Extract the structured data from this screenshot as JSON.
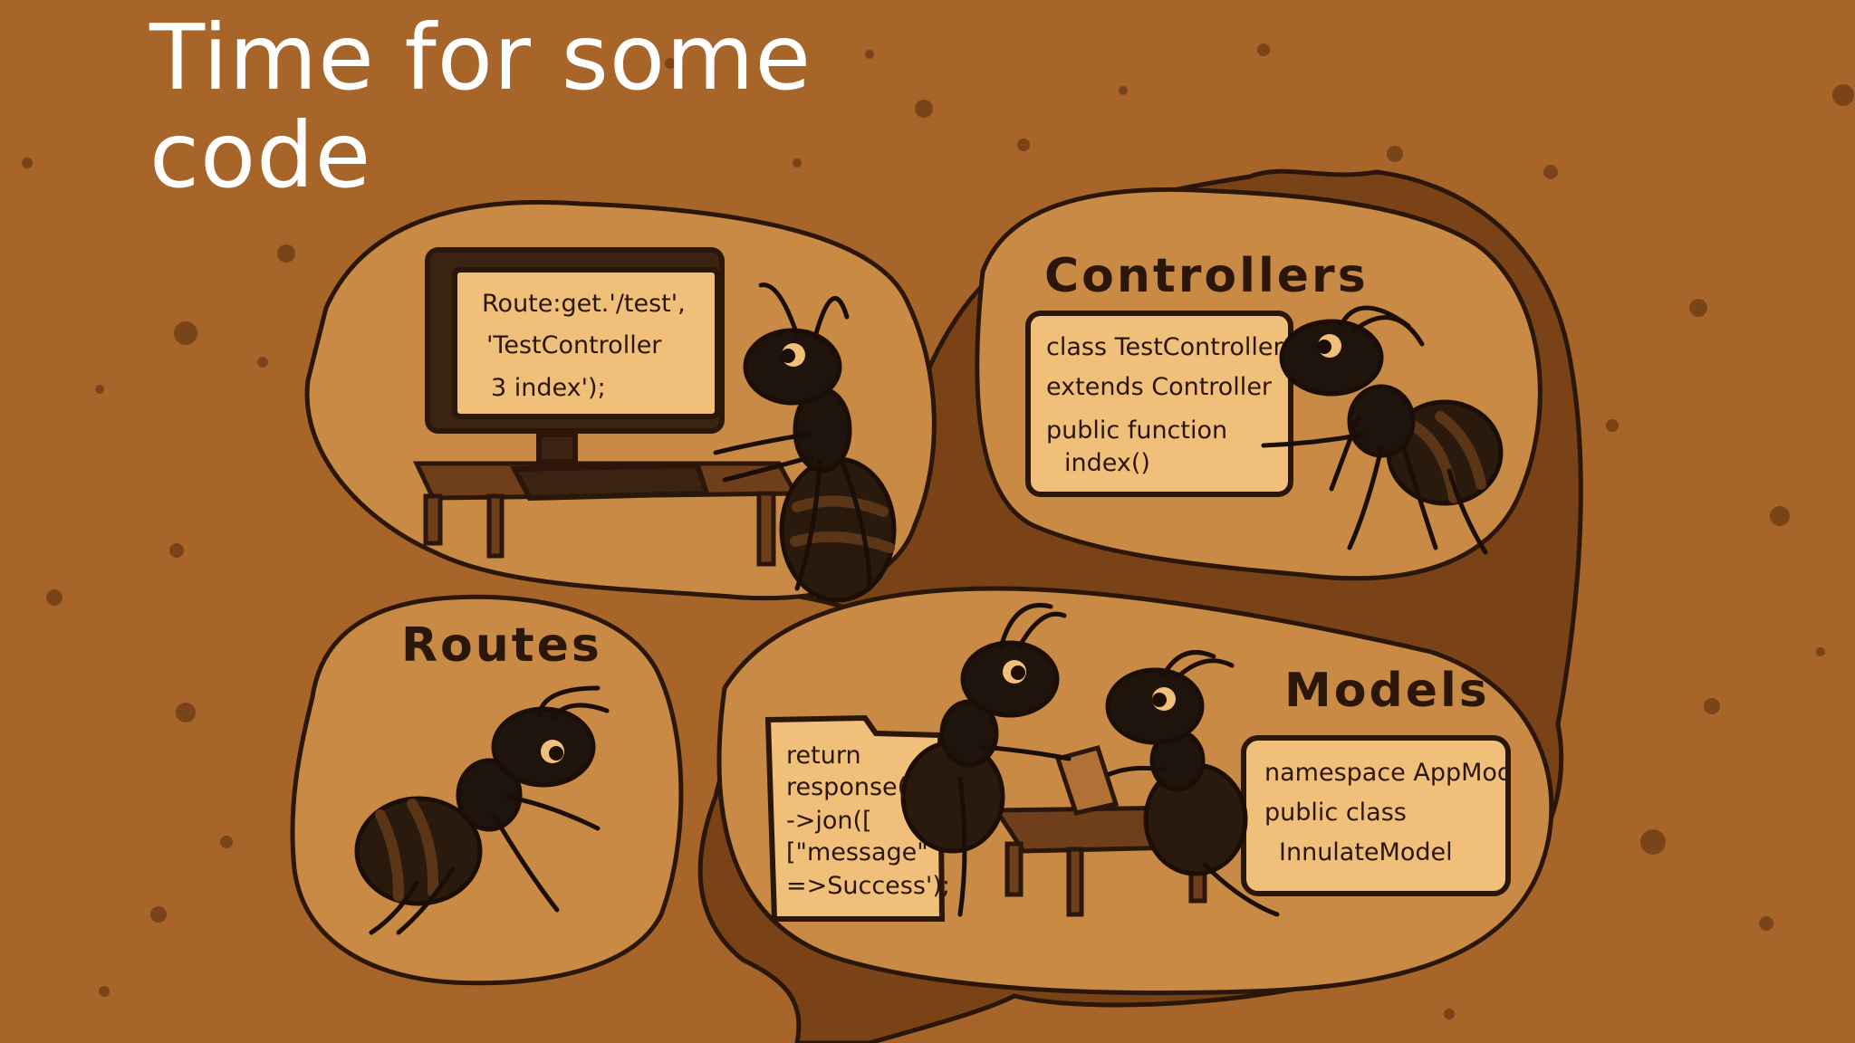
{
  "slide": {
    "title": "Time for some code"
  },
  "chambers": {
    "routes_terminal": {
      "code_lines": [
        "Route:get.'/test',",
        "'TestController",
        "3 index');"
      ]
    },
    "controllers": {
      "label": "Controllers",
      "code_lines": [
        "class TestController",
        "extends Controller",
        "public function",
        "index()"
      ]
    },
    "routes": {
      "label": "Routes"
    },
    "models": {
      "label": "Models",
      "response_lines": [
        "return",
        "response()",
        "->jon([",
        "[\"message\"",
        "=>Success');"
      ],
      "model_lines": [
        "namespace AppMod",
        "public class",
        "InnulateModel"
      ]
    }
  },
  "colors": {
    "soil": "#a8652a",
    "tunnel": "#7a4217",
    "chamber": "#c98a45",
    "paper": "#f0c07a",
    "outline": "#2a170a",
    "title": "#ffffff"
  }
}
